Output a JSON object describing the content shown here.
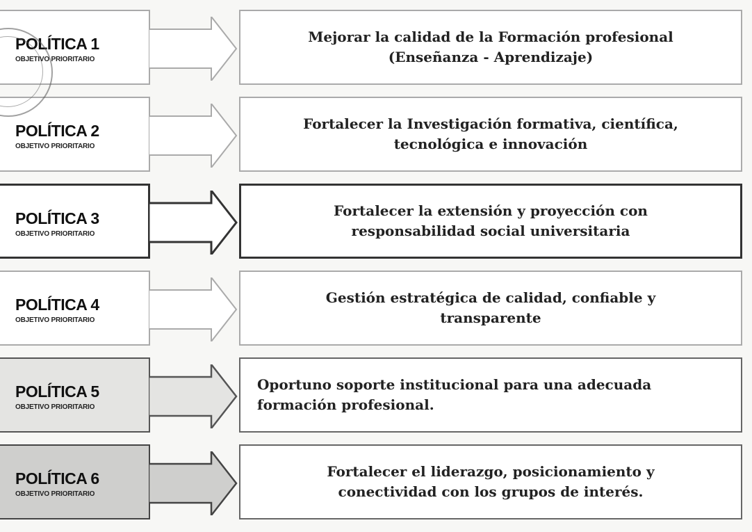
{
  "policies": [
    {
      "title": "POLÍTICA 1",
      "subtitle": "OBJETIVO PRIORITARIO",
      "objective": "Mejorar la calidad de la Formación profesional\n(Enseñanza - Aprendizaje)"
    },
    {
      "title": "POLÍTICA 2",
      "subtitle": "OBJETIVO PRIORITARIO",
      "objective": "Fortalecer la Investigación formativa, científica,\ntecnológica e innovación"
    },
    {
      "title": "POLÍTICA 3",
      "subtitle": "OBJETIVO PRIORITARIO",
      "objective": "Fortalecer la extensión y proyección con\nresponsabilidad social universitaria"
    },
    {
      "title": "POLÍTICA 4",
      "subtitle": "OBJETIVO PRIORITARIO",
      "objective": "Gestión estratégica de calidad, confiable y\ntransparente"
    },
    {
      "title": "POLÍTICA 5",
      "subtitle": "OBJETIVO PRIORITARIO",
      "objective": "Oportuno soporte institucional para una adecuada\nformación profesional."
    },
    {
      "title": "POLÍTICA 6",
      "subtitle": "OBJETIVO PRIORITARIO",
      "objective": "Fortalecer el liderazgo, posicionamiento y\nconectividad con los grupos de interés."
    }
  ],
  "colors": {
    "border": "#555555",
    "shade_light": "#e4e4e2",
    "shade": "#cfcfcd",
    "text": "#222222"
  }
}
